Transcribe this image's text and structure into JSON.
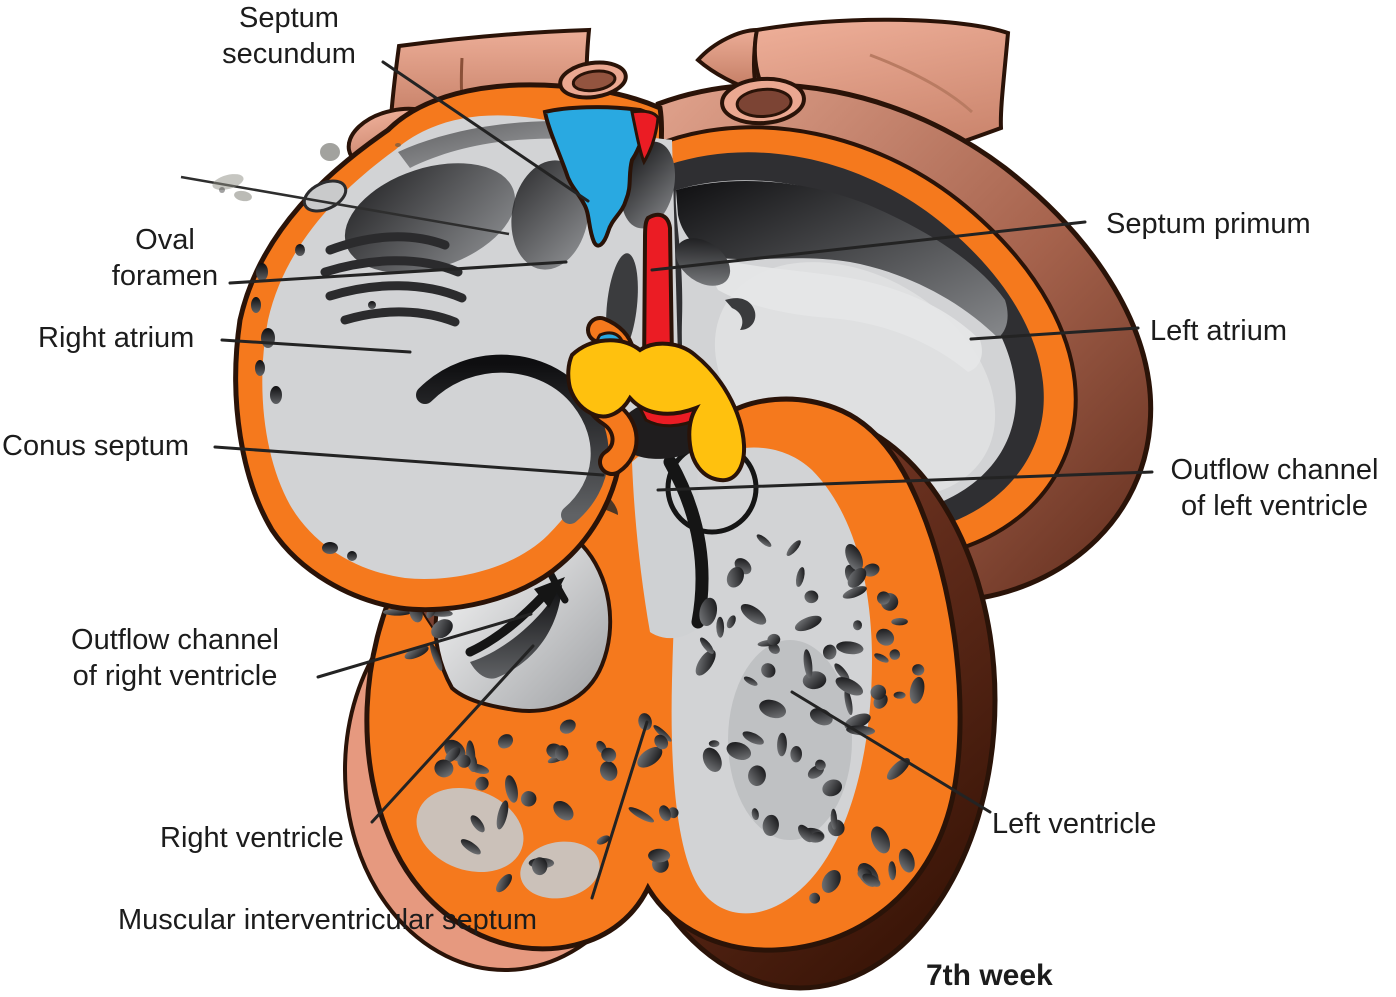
{
  "figure": {
    "type": "anatomical-diagram",
    "subject": "Embryonic heart septation, frontal section",
    "stage_caption": "7th week"
  },
  "palette": {
    "background": "#FFFFFF",
    "orange": "#F5791D",
    "yellow": "#FFC10E",
    "blue": "#29A9E1",
    "red": "#EB1C24",
    "gray_interior": "#D2D3D5",
    "gray_light": "#E4E5E6",
    "shadow_dark": "#1B1B1D",
    "salmon": "#ECAD97",
    "salmon_dark": "#C17A61",
    "la_wall_light": "#E2A48E",
    "la_wall_dark": "#5F2B1B",
    "lv_wall_light": "#8A4430",
    "lv_wall_dark": "#3C1608",
    "pink_rim": "#E6997F",
    "maroon_sliver": "#7B4130",
    "outline": "#2A1308",
    "leader": "#232323",
    "label_text": "#1C1C1C"
  },
  "labels": {
    "septum_secundum": {
      "text": "Septum\nsecundum"
    },
    "oval_foramen": {
      "text": "Oval\nforamen"
    },
    "right_atrium": {
      "text": "Right atrium"
    },
    "conus_septum": {
      "text": "Conus septum"
    },
    "outflow_right_ventricle": {
      "text": "Outflow channel\nof right ventricle"
    },
    "right_ventricle": {
      "text": "Right ventricle"
    },
    "muscular_interventricular_septum": {
      "text": "Muscular interventricular septum"
    },
    "septum_primum": {
      "text": "Septum primum"
    },
    "left_atrium": {
      "text": "Left atrium"
    },
    "outflow_left_ventricle": {
      "text": "Outflow channel\nof left ventricle"
    },
    "left_ventricle": {
      "text": "Left ventricle"
    },
    "stage_caption": {
      "text": "7th week"
    }
  }
}
